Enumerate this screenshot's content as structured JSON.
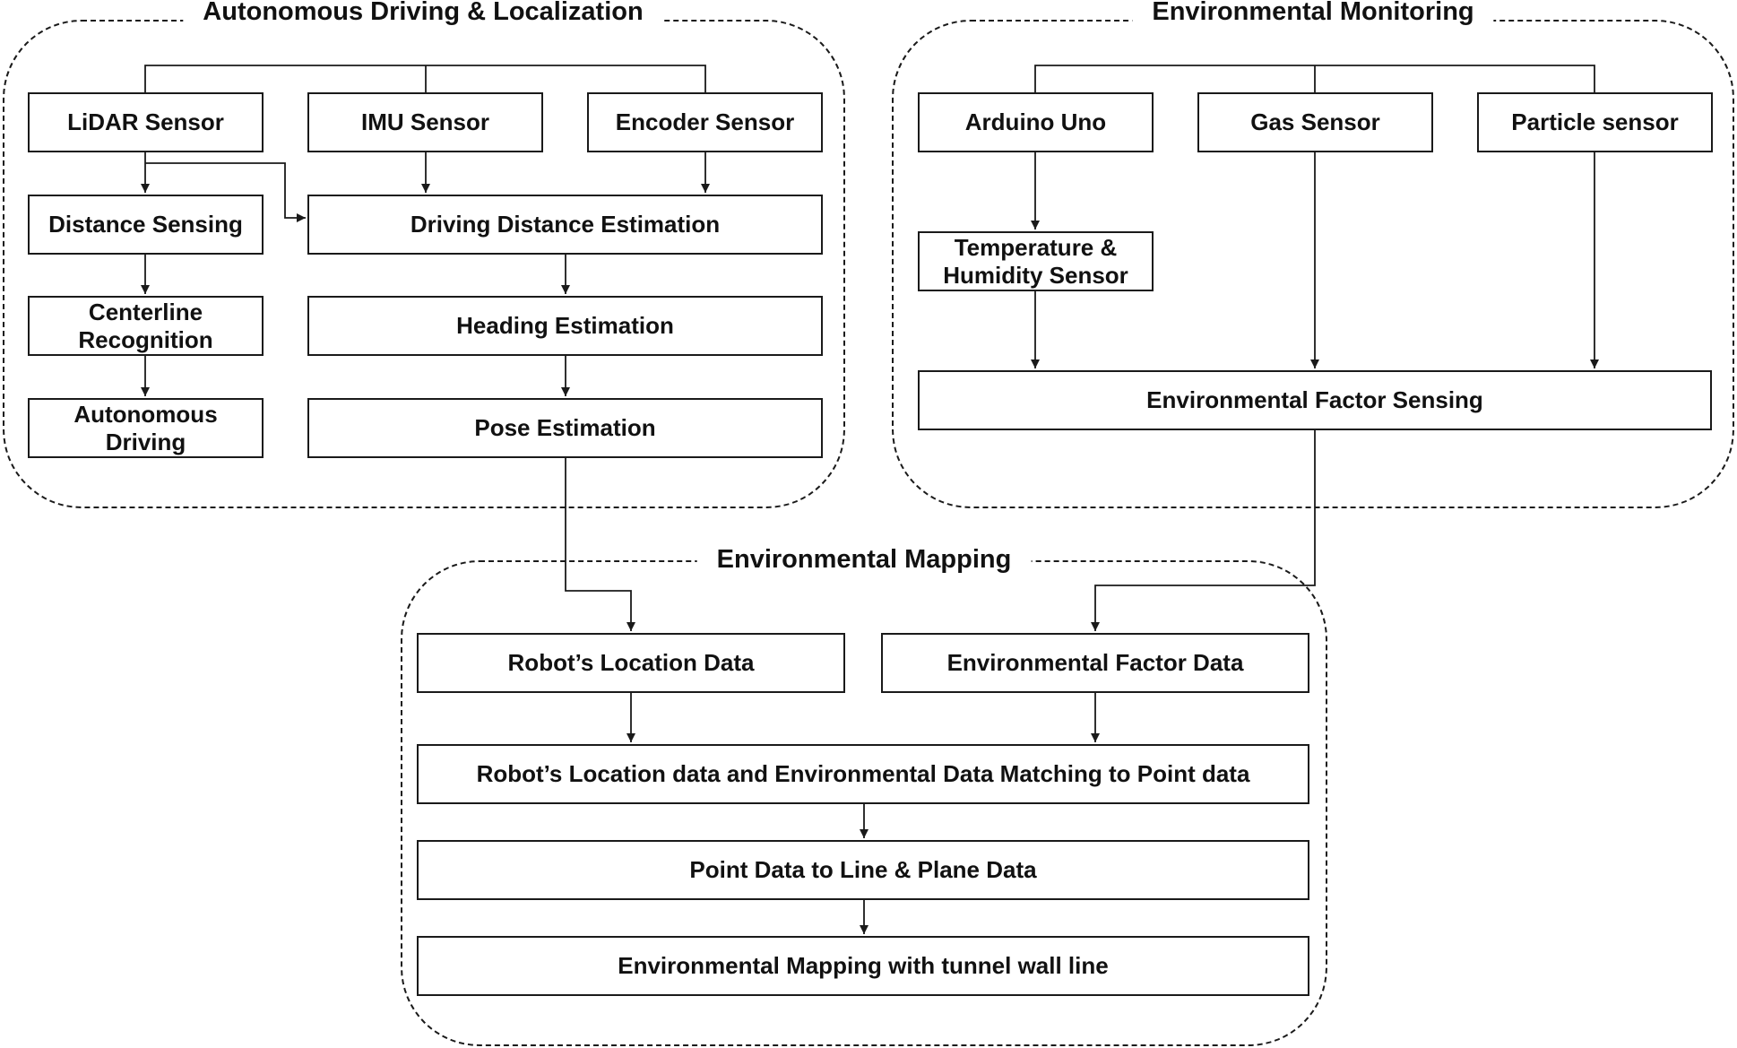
{
  "groups": {
    "autonomous": {
      "title": "Autonomous Driving & Localization"
    },
    "monitoring": {
      "title": "Environmental Monitoring"
    },
    "mapping": {
      "title": "Environmental Mapping"
    }
  },
  "nodes": {
    "lidar_sensor": "LiDAR Sensor",
    "imu_sensor": "IMU Sensor",
    "encoder_sensor": "Encoder Sensor",
    "distance_sensing": "Distance Sensing",
    "driving_distance_estimation": "Driving Distance Estimation",
    "centerline_recognition": "Centerline Recognition",
    "heading_estimation": "Heading Estimation",
    "autonomous_driving": "Autonomous Driving",
    "pose_estimation": "Pose Estimation",
    "arduino_uno": "Arduino Uno",
    "gas_sensor": "Gas Sensor",
    "particle_sensor": "Particle sensor",
    "temperature_humidity_sensor": "Temperature & Humidity Sensor",
    "environmental_factor_sensing": "Environmental Factor Sensing",
    "robots_location_data": "Robot’s Location Data",
    "environmental_factor_data": "Environmental Factor Data",
    "location_env_matching": "Robot’s Location data and Environmental Data Matching to Point data",
    "point_to_line_plane": "Point Data to Line & Plane Data",
    "environmental_mapping_tunnel": "Environmental Mapping with tunnel wall line"
  },
  "colors": {
    "stroke": "#1a1a1a",
    "text": "#111111",
    "background": "#ffffff"
  }
}
